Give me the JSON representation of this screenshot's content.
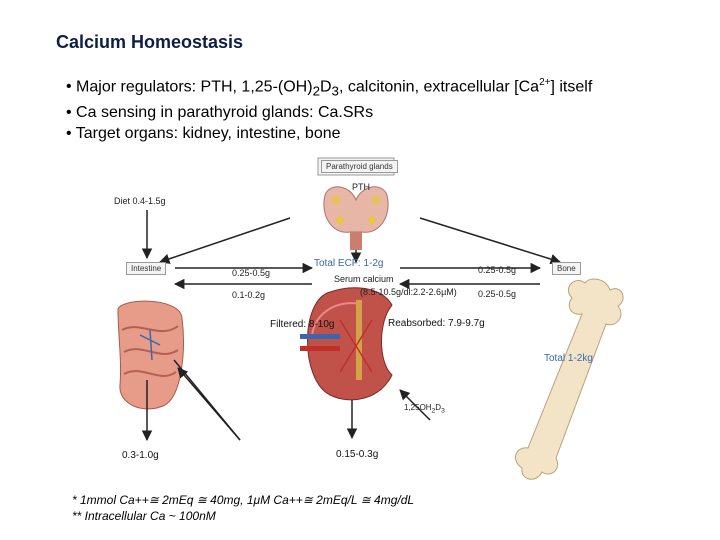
{
  "title": "Calcium Homeostasis",
  "bullets": [
    {
      "prefix": "Major regulators: PTH, 1,25-(OH)",
      "sub1": "2",
      "mid": "D",
      "sub2": "3",
      "suffix": ", calcitonin, extracellular [Ca",
      "sup": "2+",
      "end": "] itself"
    },
    "Ca sensing in parathyroid glands: Ca.SRs",
    "Target organs: kidney, intestine, bone"
  ],
  "diagram": {
    "parathyroid_label": "Parathyroid glands",
    "pth_label": "PTH",
    "diet": "Diet 0.4-1.5g",
    "intestine": "Intestine",
    "bone": "Bone",
    "total_ecf": "Total ECF: 1-2g",
    "serum_calcium": "Serum calcium",
    "serum_range": "(8.5-10.5g/dl:2.2-2.6",
    "serum_unit": "μM)",
    "intestine_in": "0.25-0.5g",
    "intestine_out": "0.1-0.2g",
    "bone_in": "0.25-0.5g",
    "bone_out": "0.25-0.5g",
    "filtered": "Filtered: 8-10g",
    "reabsorbed": "Reabsorbed: 7.9-9.7g",
    "total_bone": "Total 1-2kg",
    "vitd": "1,25OH",
    "vitd_sub1": "2",
    "vitd_mid": "D",
    "vitd_sub2": "3",
    "feces": "0.3-1.0g",
    "urine": "0.15-0.3g"
  },
  "footnotes": {
    "line1": "* 1mmol Ca++≅ 2mEq ≅ 40mg, 1μM Ca++≅ 2mEq/L ≅ 4mg/dL",
    "line2": "** Intracellular Ca ~ 100nM"
  },
  "colors": {
    "title": "#0d1f44",
    "accent_blue": "#3a66b0",
    "arrow": "#222222",
    "tissue": "#d98a7a",
    "bone": "#f3e4c8"
  }
}
